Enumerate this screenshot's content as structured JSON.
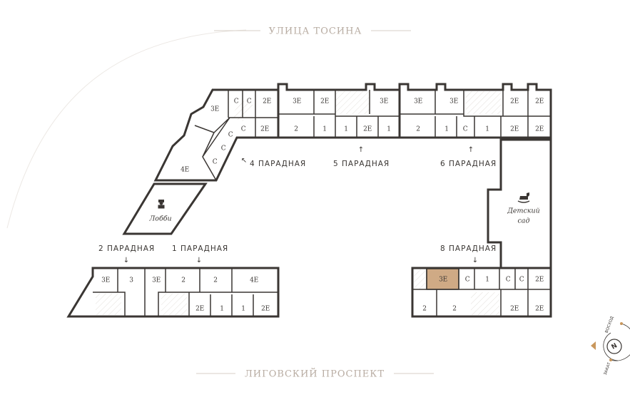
{
  "streets": {
    "top": "УЛИЦА ТОСИНА",
    "bottom": "ЛИГОВСКИЙ ПРОСПЕКТ"
  },
  "entrances": {
    "e1": "1 ПАРАДНАЯ",
    "e2": "2 ПАРАДНАЯ",
    "e4": "4 ПАРАДНАЯ",
    "e5": "5 ПАРАДНАЯ",
    "e6": "6 ПАРАДНАЯ",
    "e8": "8 ПАРАДНАЯ"
  },
  "rooms": {
    "lobby": "Лобби",
    "kindergarten_line1": "Детский",
    "kindergarten_line2": "сад"
  },
  "units": {
    "wing_a": [
      "3Е",
      "С",
      "С",
      "2Е",
      "С",
      "2Е",
      "С",
      "С",
      "С",
      "4Е"
    ],
    "top_center": [
      "3Е",
      "2Е",
      "3Е",
      "2",
      "1",
      "1",
      "2Е",
      "1"
    ],
    "top_right": [
      "3Е",
      "3Е",
      "2Е",
      "2Е",
      "2",
      "1",
      "С",
      "1",
      "2Е",
      "2Е"
    ],
    "bottom_left": [
      "3Е",
      "3",
      "3Е",
      "2",
      "2",
      "4Е",
      "2Е",
      "1",
      "1",
      "2Е"
    ],
    "bottom_right": [
      "3Е",
      "С",
      "1",
      "С",
      "С",
      "2Е",
      "2",
      "2",
      "2Е",
      "2Е"
    ]
  },
  "compass": {
    "north": "N",
    "east": "ВОСХОД",
    "west": "ЗАКАТ"
  },
  "colors": {
    "wall": "#3a3633",
    "highlight": "#cfaa85",
    "street": "#b8aca2",
    "sun": "#c9975c"
  }
}
